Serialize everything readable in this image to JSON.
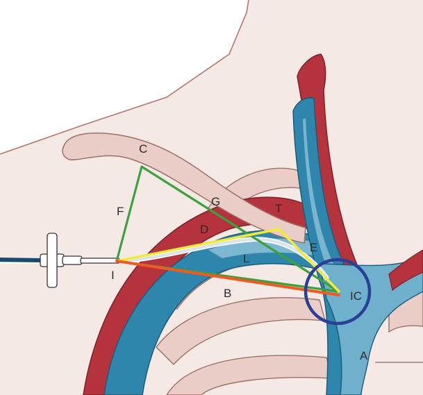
{
  "labels": {
    "C": "C",
    "F": "F",
    "G": "G",
    "T": "T",
    "D": "D",
    "L": "L",
    "E": "E",
    "I": "I",
    "B": "B",
    "IC": "IC",
    "A": "A"
  },
  "colors": {
    "background": "#ffffff",
    "skin": "#f4e9e5",
    "skin_outline": "#b2766a",
    "bone": "#eacdc6",
    "bone_outline": "#9a7068",
    "artery": "#b5333c",
    "artery_dark": "#7f1f28",
    "vein": "#2f86ad",
    "vein_light": "#8cc1d6",
    "catheter": "#d8e4ea",
    "line_green": "#3aa13c",
    "line_yellow": "#f1ea3b",
    "line_orange": "#ee5a22",
    "circle_blue": "#2b3f94"
  },
  "icons": {
    "needle": "syringe-hub-icon",
    "circle": "target-circle-icon"
  }
}
